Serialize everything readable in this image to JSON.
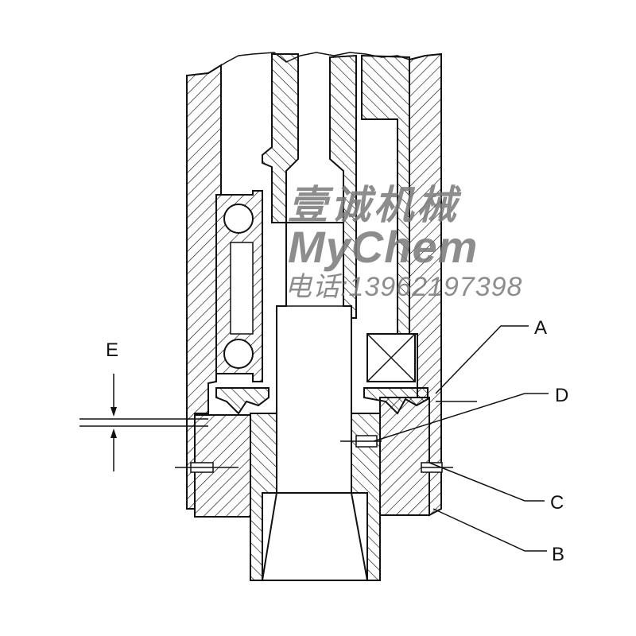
{
  "labels": {
    "a": "A",
    "b": "B",
    "c": "C",
    "d": "D",
    "e": "E"
  },
  "watermark": {
    "chinese": "壹诚机械",
    "english": "MyChem",
    "phone": "电话:13962197398"
  }
}
